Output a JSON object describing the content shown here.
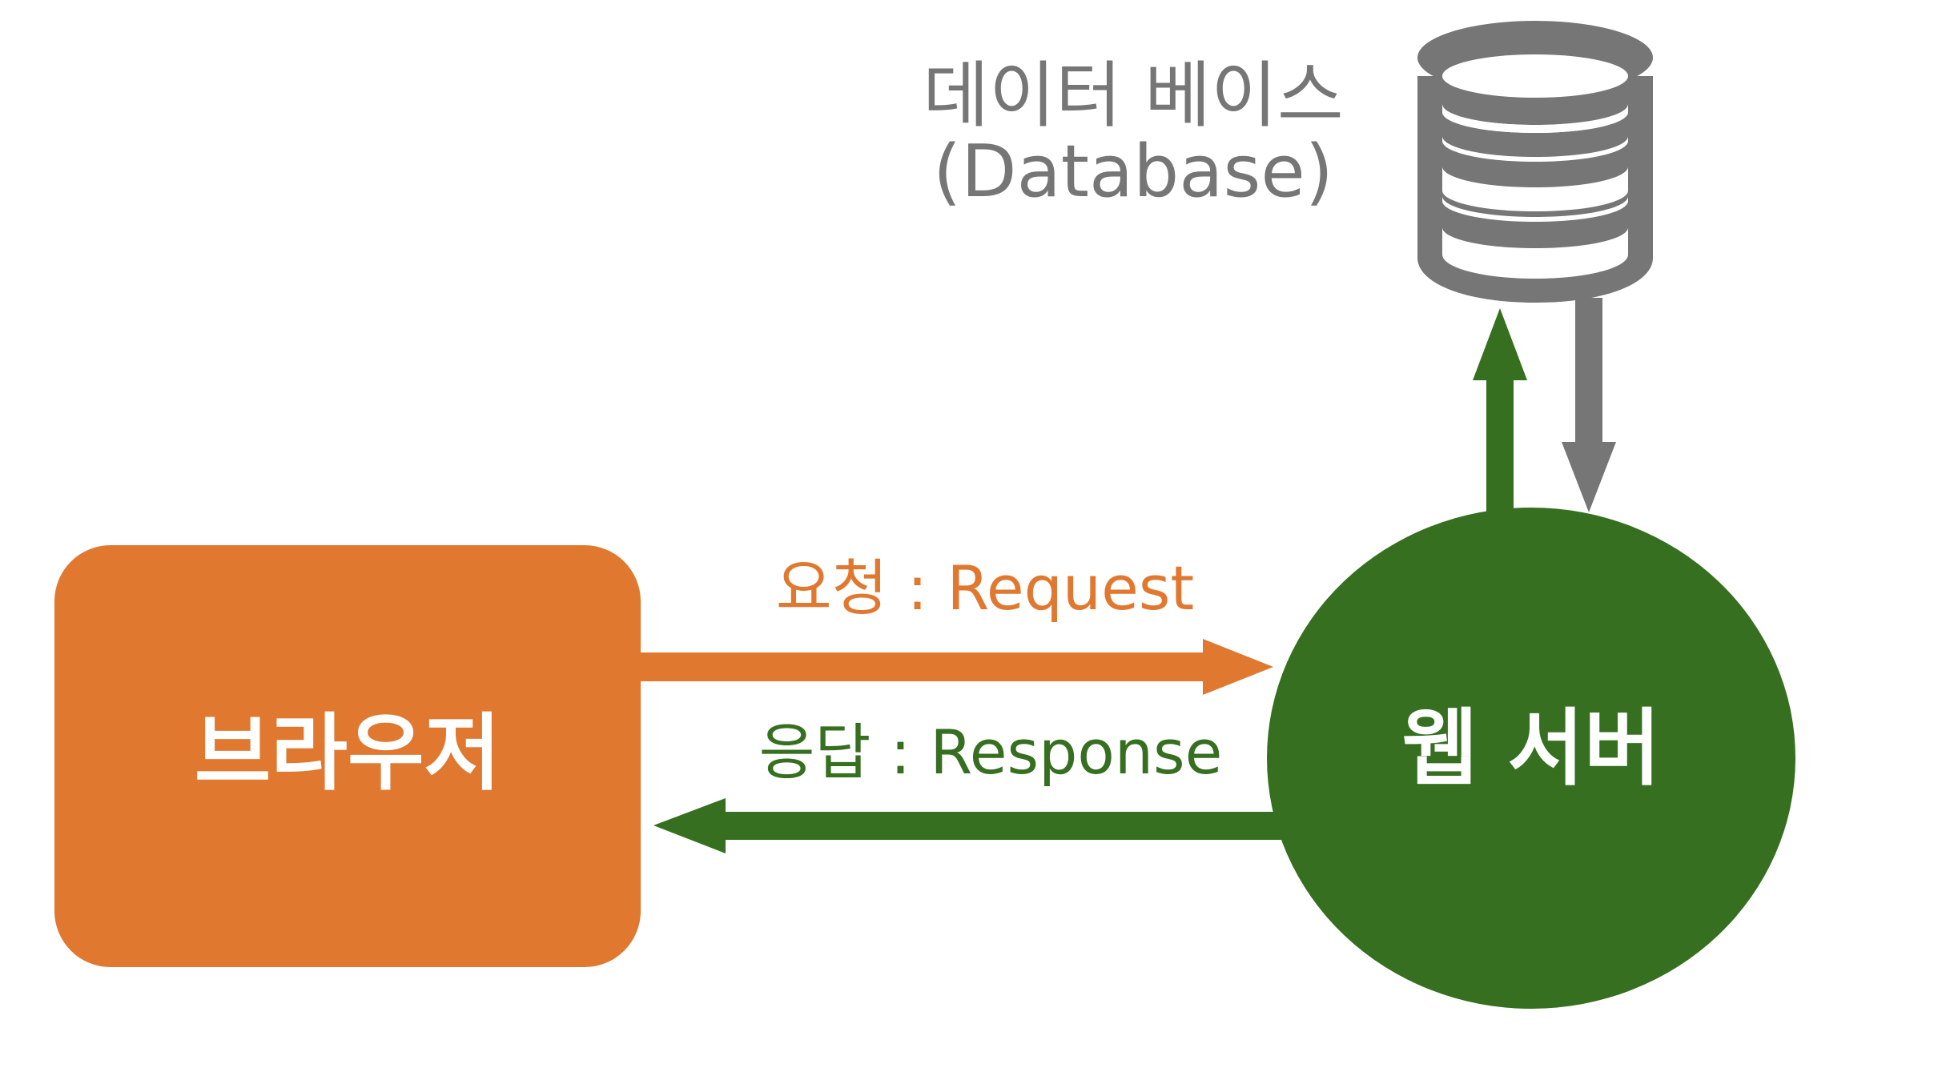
{
  "browser": {
    "label": "브라우저",
    "color": "#E07830"
  },
  "web_server": {
    "label": "웹 서버",
    "color": "#356F1F"
  },
  "database": {
    "label_ko": "데이터 베이스",
    "label_en": "(Database)",
    "color": "#767676"
  },
  "request": {
    "label": "요청 : Request",
    "color": "#E07830"
  },
  "response": {
    "label": "응답 : Response",
    "color": "#356F1F"
  },
  "icons": {
    "database": "database-cylinder-icon"
  }
}
